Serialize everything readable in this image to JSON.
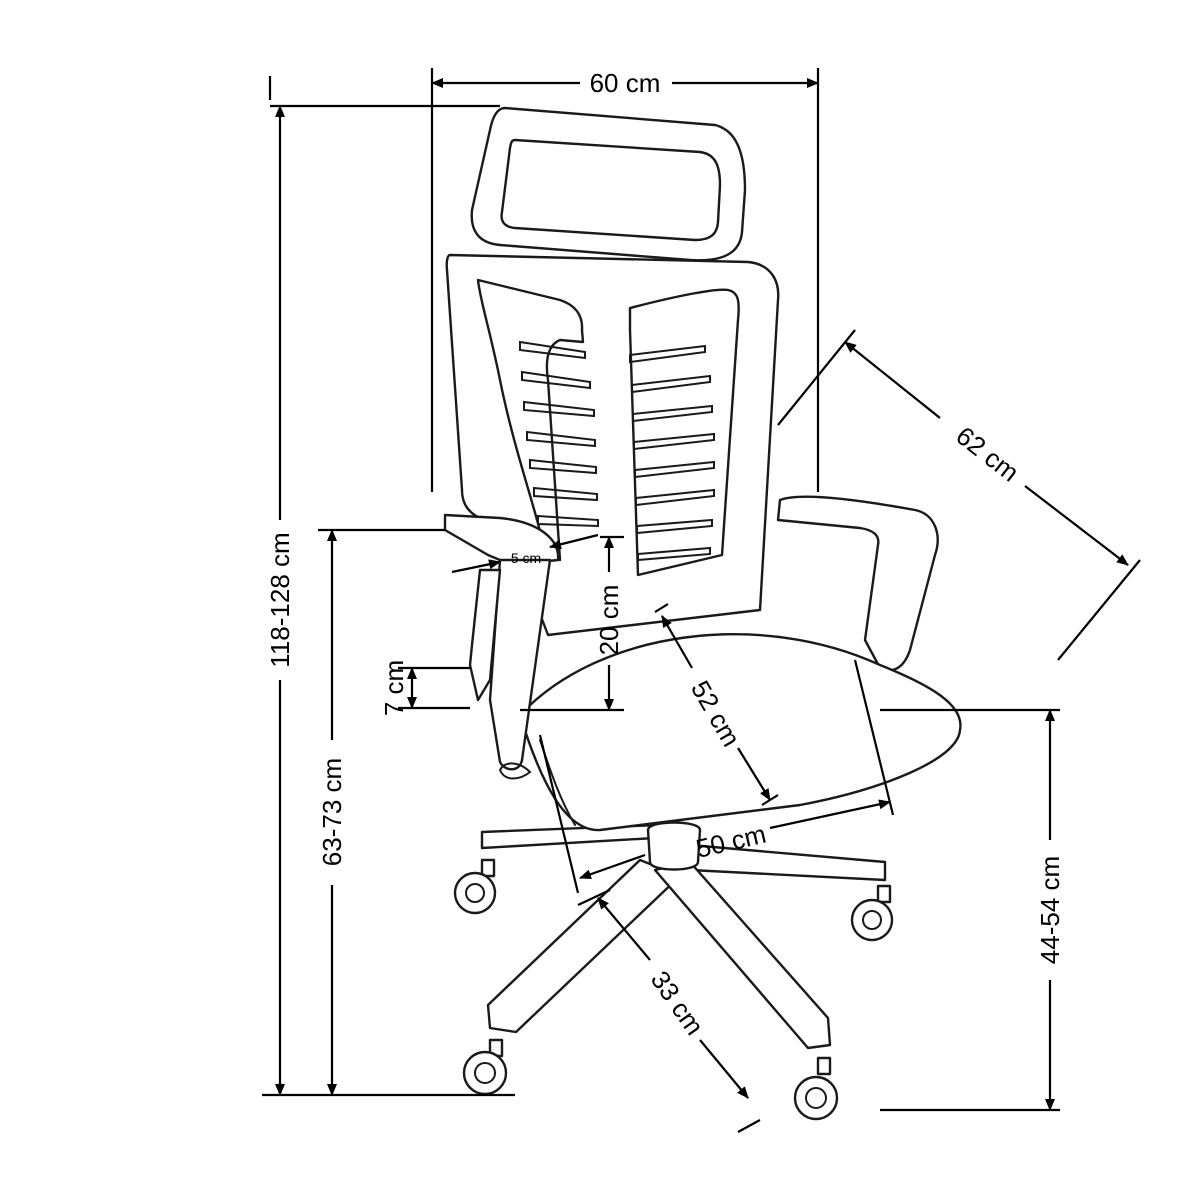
{
  "colors": {
    "line": "#1a1a1a",
    "dimension": "#000000",
    "background": "#ffffff"
  },
  "dimensions": {
    "width": "60 cm",
    "depth": "62 cm",
    "total_height": "118-128 cm",
    "armrest_height": "63-73 cm",
    "seat_height": "44-54 cm",
    "armrest_width": "5 cm",
    "armrest_to_seat": "20 cm",
    "seat_thickness": "7 cm",
    "seat_depth": "52 cm",
    "seat_width": "50 cm",
    "base_leg": "33 cm"
  }
}
